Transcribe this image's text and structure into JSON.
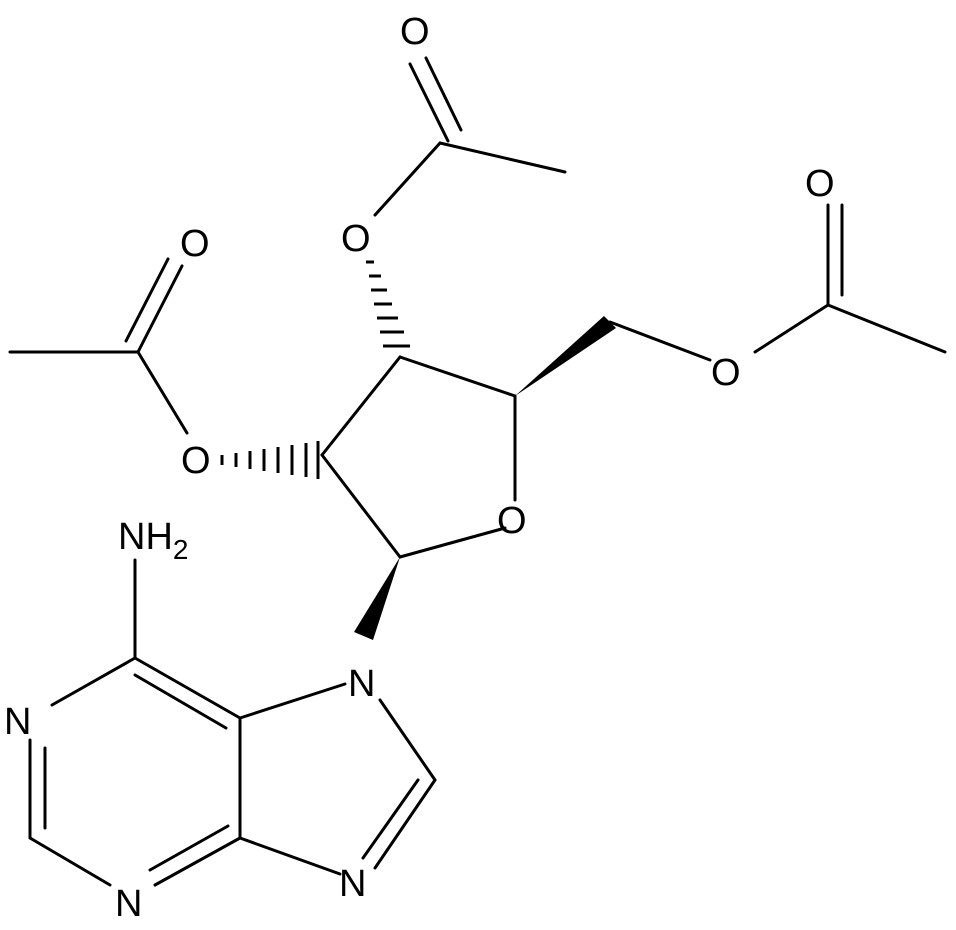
{
  "labels": {
    "o_ketone_top": "O",
    "o_ester_top": "O",
    "o_ketone_left": "O",
    "o_ester_left": "O",
    "o_ketone_right": "O",
    "o_ester_right": "O",
    "o_ring": "O",
    "nh": "NH",
    "nh_sub": "2",
    "n7": "N",
    "n_left": "N",
    "n_bottom": "N",
    "n_right": "N"
  }
}
